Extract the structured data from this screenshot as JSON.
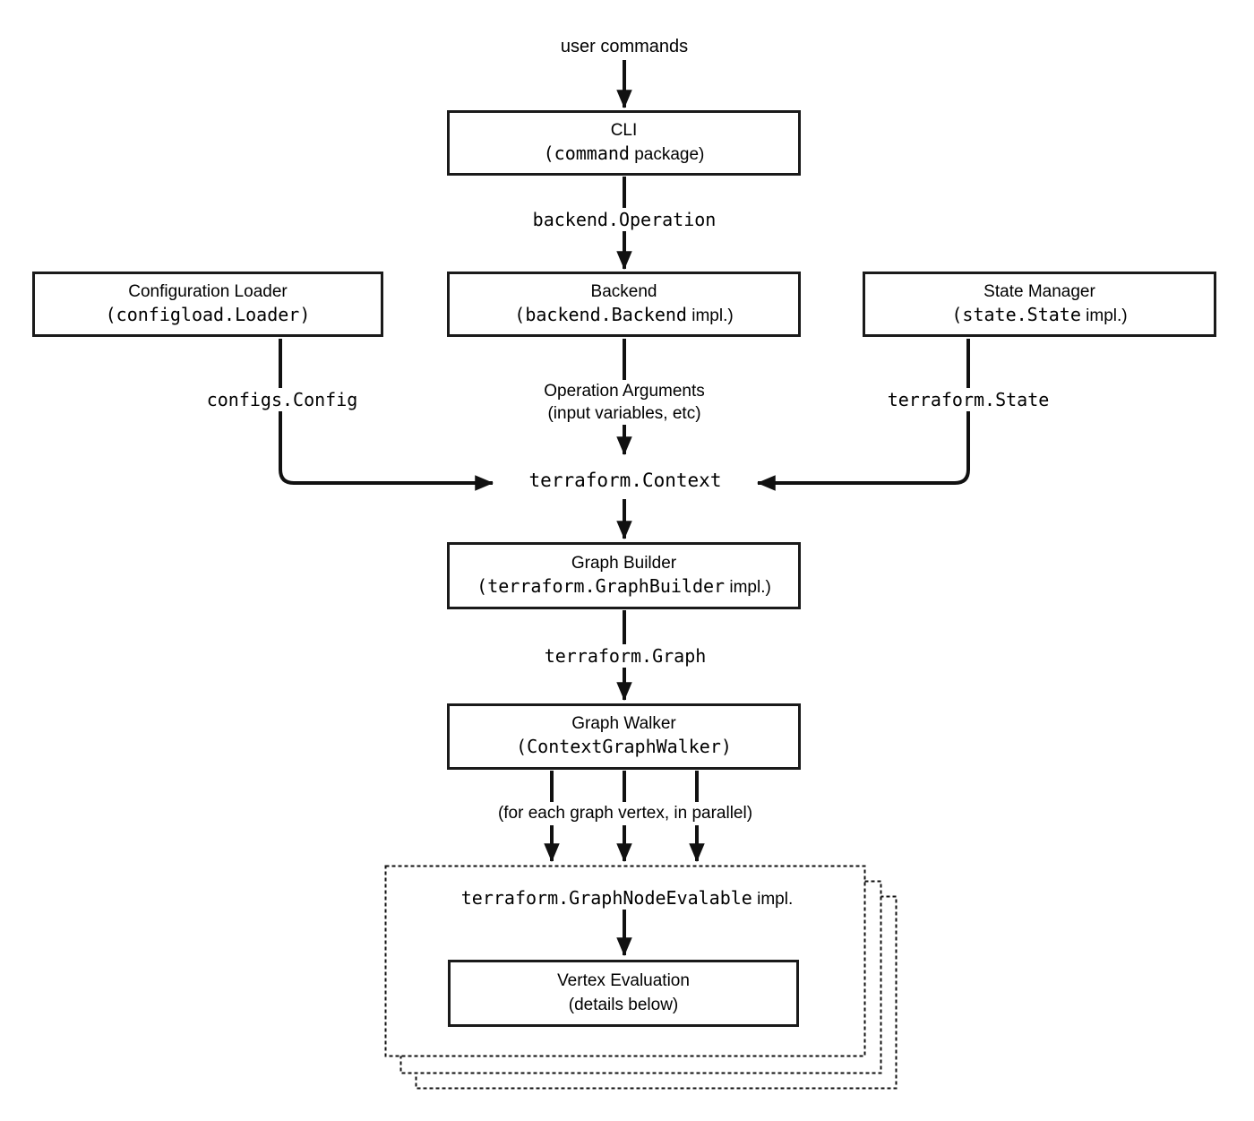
{
  "nodes": {
    "cli": {
      "title": "CLI",
      "sub_mono": "(command",
      "sub_sans": " package)"
    },
    "config_loader": {
      "title": "Configuration Loader",
      "sub_mono": "(configload.Loader)",
      "sub_sans": ""
    },
    "backend": {
      "title": "Backend",
      "sub_mono": "(backend.Backend",
      "sub_sans": " impl.)"
    },
    "state_manager": {
      "title": "State Manager",
      "sub_mono": "(state.State",
      "sub_sans": " impl.)"
    },
    "graph_builder": {
      "title": "Graph Builder",
      "sub_mono": "(terraform.GraphBuilder",
      "sub_sans": " impl.)"
    },
    "graph_walker": {
      "title": "Graph Walker",
      "sub_mono": "(ContextGraphWalker)",
      "sub_sans": ""
    },
    "vertex_evaluation": {
      "title": "Vertex Evaluation",
      "sub_mono": "",
      "sub_sans": "(details below)"
    }
  },
  "edge_labels": {
    "user_commands": "user commands",
    "backend_operation": "backend.Operation",
    "configs_config": "configs.Config",
    "operation_arguments_1": "Operation Arguments",
    "operation_arguments_2": "(input variables, etc)",
    "terraform_state": "terraform.State",
    "terraform_context": "terraform.Context",
    "terraform_graph": "terraform.Graph",
    "for_each_vertex": "(for each graph vertex, in parallel)",
    "graph_node_evalable_mono": "terraform.GraphNodeEvalable",
    "graph_node_evalable_sans": " impl."
  },
  "colors": {
    "line": "#111111",
    "text": "#000000",
    "background": "#ffffff"
  }
}
